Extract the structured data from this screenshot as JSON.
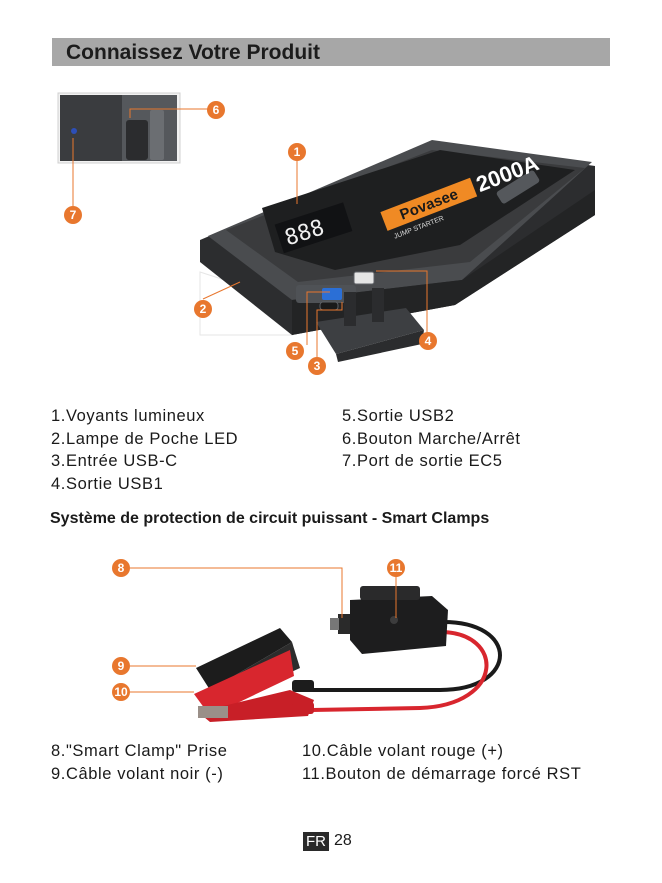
{
  "header": {
    "title": "Connaissez Votre Produit"
  },
  "product": {
    "brand": "Povasee",
    "model_label": "JUMP STARTER",
    "amperage": "2000A"
  },
  "callouts": [
    "1",
    "2",
    "3",
    "4",
    "5",
    "6",
    "7",
    "8",
    "9",
    "10",
    "11"
  ],
  "features": {
    "left": [
      "1.Voyants lumineux",
      "2.Lampe de Poche LED",
      "3.Entrée USB-C",
      "4.Sortie USB1"
    ],
    "right": [
      "5.Sortie USB2",
      "6.Bouton Marche/Arrêt",
      "7.Port de sortie EC5"
    ]
  },
  "clamps": {
    "heading": "Système de protection de circuit puissant - Smart Clamps",
    "left": [
      "8.\"Smart Clamp\" Prise",
      "9.Câble volant noir (-)"
    ],
    "right": [
      "10.Câble volant rouge (+)",
      "11.Bouton de démarrage forcé RST"
    ]
  },
  "footer": {
    "lang": "FR",
    "page": "28"
  },
  "colors": {
    "callout": "#e8772e",
    "title_bar": "#a7a7a7",
    "device": "#3a3b3d",
    "brand": "#f08a24",
    "red_clamp": "#d8262e"
  }
}
